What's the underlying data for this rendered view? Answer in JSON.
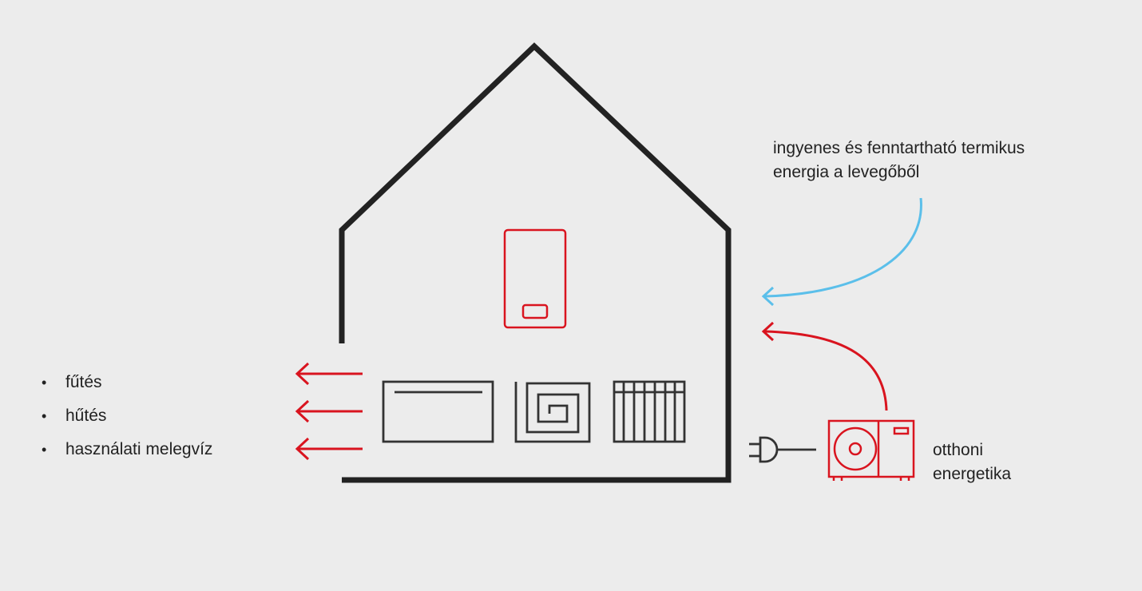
{
  "colors": {
    "background": "#ececec",
    "outline": "#222222",
    "accent_red": "#d9141f",
    "air_blue": "#5bbfea"
  },
  "air_energy": {
    "line1": "ingyenes és fenntartható termikus",
    "line2": "energia a levegőből"
  },
  "home_energy": {
    "line1": "otthoni",
    "line2": "energetika"
  },
  "outputs": [
    {
      "label": "fűtés"
    },
    {
      "label": "hűtés"
    },
    {
      "label": "használati melegvíz"
    }
  ],
  "icons": [
    "house-outline-icon",
    "wall-boiler-icon",
    "fan-coil-icon",
    "underfloor-heating-icon",
    "radiator-icon",
    "power-plug-icon",
    "heat-pump-outdoor-unit-icon"
  ]
}
